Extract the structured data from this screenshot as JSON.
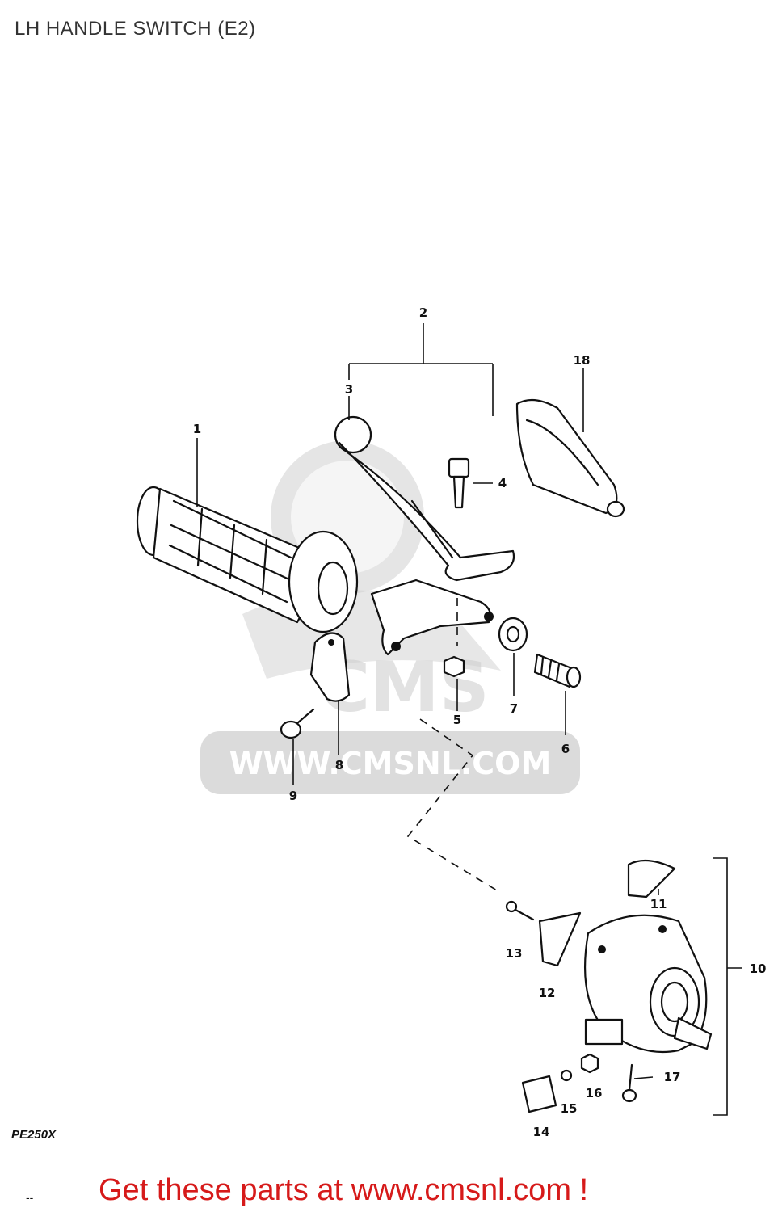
{
  "title": "LH HANDLE SWITCH (E2)",
  "watermark": {
    "brand": "CMS",
    "url": "WWW.CMSNL.COM"
  },
  "model_code": "PE250X",
  "footer": {
    "cta": "Get these parts at www.cmsnl.com !",
    "dash": "--"
  },
  "callouts": [
    "1",
    "2",
    "3",
    "4",
    "5",
    "6",
    "7",
    "8",
    "9",
    "10",
    "11",
    "12",
    "13",
    "14",
    "15",
    "16",
    "17",
    "18"
  ],
  "colors": {
    "cta": "#d61a1a",
    "watermark": "#cfcfcf"
  }
}
